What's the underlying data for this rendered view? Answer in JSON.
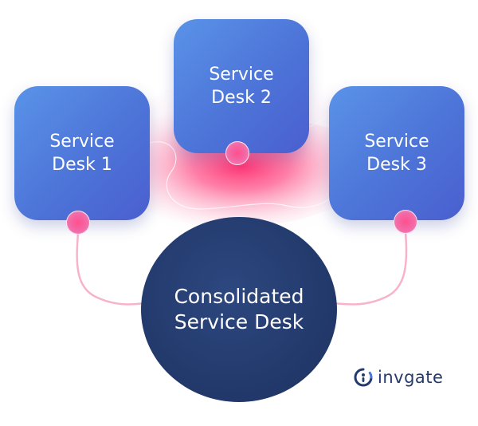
{
  "diagram": {
    "desks": [
      {
        "label": "Service\nDesk 1"
      },
      {
        "label": "Service\nDesk 2"
      },
      {
        "label": "Service\nDesk 3"
      }
    ],
    "center": {
      "label": "Consolidated\nService Desk"
    }
  },
  "brand": {
    "name": "invgate",
    "icon": "invgate-logo-icon"
  },
  "colors": {
    "desk_blue": "#4d74d8",
    "center_navy": "#233a6c",
    "accent_pink": "#ff4f8e",
    "glow_pink": "#f9a7c4"
  }
}
